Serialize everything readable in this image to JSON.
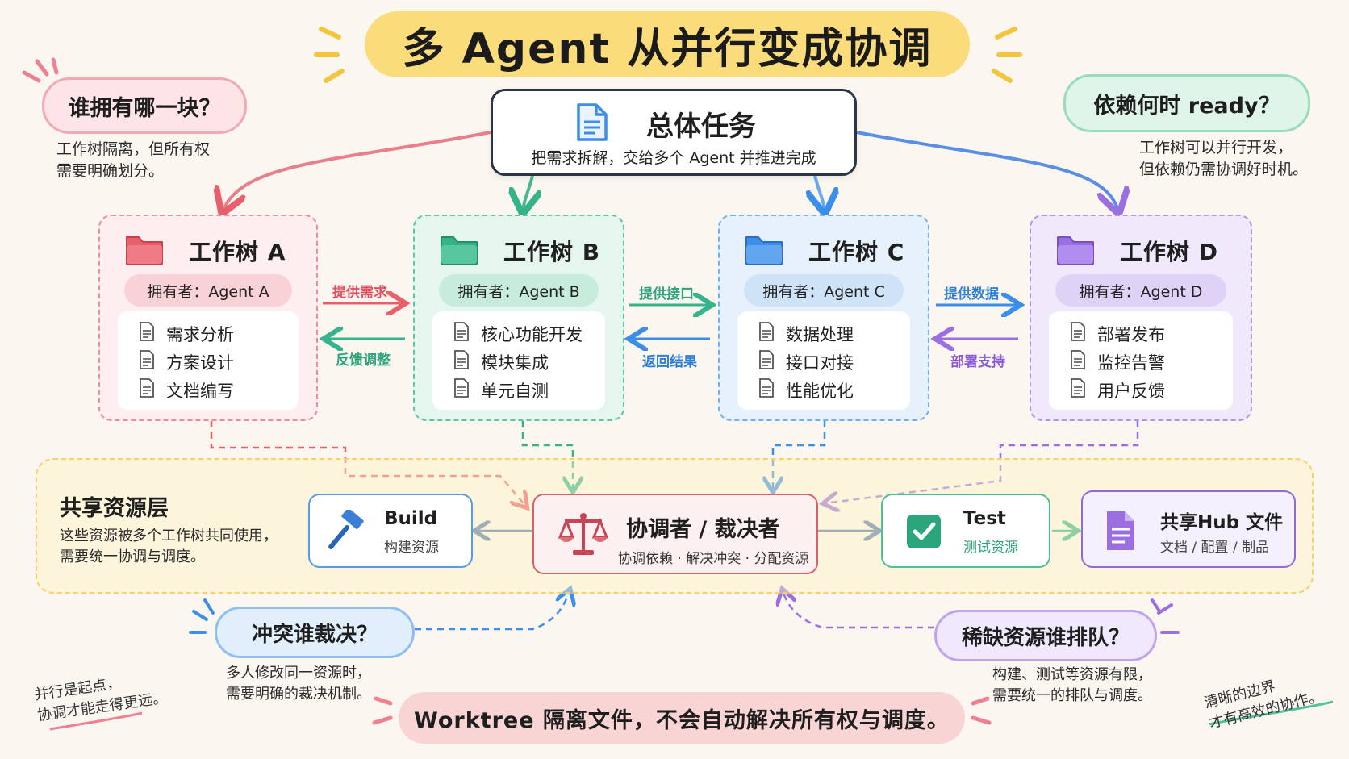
{
  "title": "多 Agent 从并行变成协调",
  "main_task": {
    "title": "总体任务",
    "subtitle": "把需求拆解，交给多个 Agent 并推进完成"
  },
  "top_left": {
    "question": "谁拥有哪一块？",
    "note_lines": [
      "工作树隔离，但所有权",
      "需要明确划分。"
    ]
  },
  "top_right": {
    "question": "依赖何时 ready？",
    "note_lines": [
      "工作树可以并行开发，",
      "但依赖仍需协调好时机。"
    ]
  },
  "worktrees": [
    {
      "name": "工作树 A",
      "owner": "拥有者：Agent A",
      "tasks": [
        "需求分析",
        "方案设计",
        "文档编写"
      ],
      "color": "#e8606e"
    },
    {
      "name": "工作树 B",
      "owner": "拥有者：Agent B",
      "tasks": [
        "核心功能开发",
        "模块集成",
        "单元自测"
      ],
      "color": "#35b38a"
    },
    {
      "name": "工作树 C",
      "owner": "拥有者：Agent C",
      "tasks": [
        "数据处理",
        "接口对接",
        "性能优化"
      ],
      "color": "#3c8ee8"
    },
    {
      "name": "工作树 D",
      "owner": "拥有者：Agent D",
      "tasks": [
        "部署发布",
        "监控告警",
        "用户反馈"
      ],
      "color": "#9b6fe0"
    }
  ],
  "links": {
    "ab_forward": "提供需求",
    "ab_back": "反馈调整",
    "bc_forward": "提供接口",
    "bc_back": "返回结果",
    "cd_forward": "提供数据",
    "cd_back": "部署支持"
  },
  "shared_layer": {
    "title": "共享资源层",
    "desc_lines": [
      "这些资源被多个工作树共同使用，",
      "需要统一协调与调度。"
    ],
    "build": {
      "title": "Build",
      "subtitle": "构建资源"
    },
    "coordinator": {
      "title": "协调者 / 裁决者",
      "subtitle": "协调依赖 · 解决冲突 · 分配资源"
    },
    "test": {
      "title": "Test",
      "subtitle": "测试资源"
    },
    "hub": {
      "title": "共享Hub 文件",
      "subtitle": "文档 / 配置 / 制品"
    }
  },
  "bottom_left": {
    "question": "冲突谁裁决？",
    "note_lines": [
      "多人修改同一资源时，",
      "需要明确的裁决机制。"
    ]
  },
  "bottom_right": {
    "question": "稀缺资源谁排队？",
    "note_lines": [
      "构建、测试等资源有限，",
      "需要统一的排队与调度。"
    ]
  },
  "hand_left": [
    "并行是起点，",
    "协调才能走得更远。"
  ],
  "hand_right": [
    "清晰的边界",
    "才有高效的协作。"
  ],
  "bottom_banner": "Worktree 隔离文件，不会自动解决所有权与调度。",
  "icons": {
    "main": "document-icon",
    "worktree": "folder-icon",
    "task": "file-icon",
    "build": "hammer-icon",
    "coordinator": "scales-icon",
    "test": "checkbox-icon",
    "hub": "document-icon"
  }
}
